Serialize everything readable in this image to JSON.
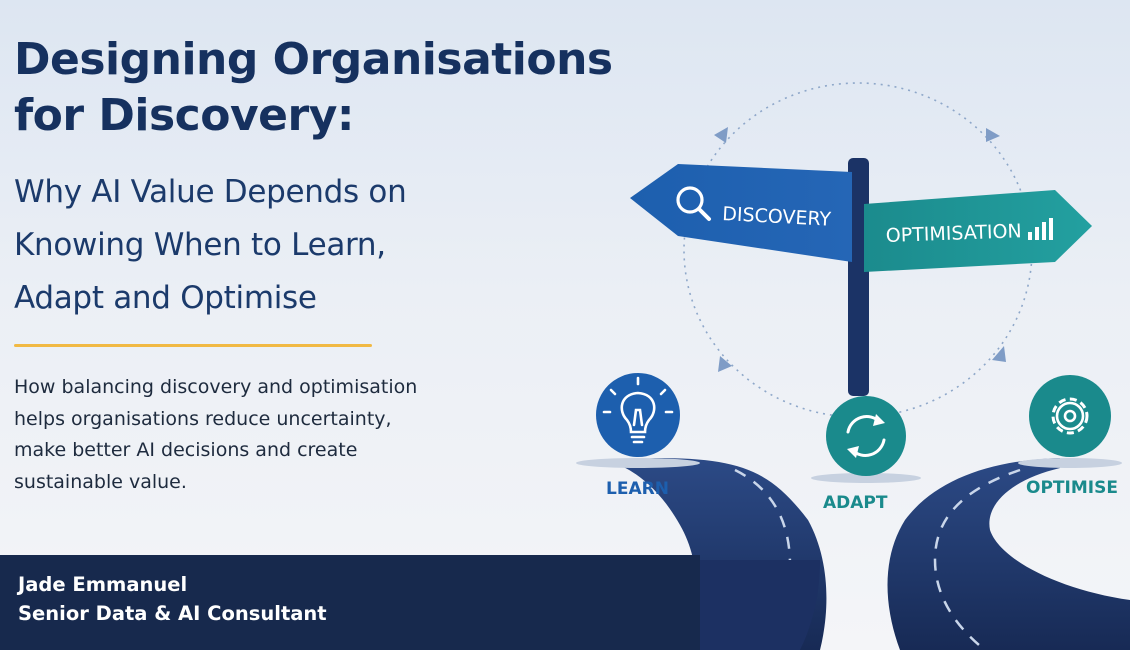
{
  "title_line1": "Designing Organisations",
  "title_line2": "for Discovery:",
  "subtitle_line1": "Why AI Value Depends on",
  "subtitle_line2": "Knowing When to Learn,",
  "subtitle_line3": "Adapt and Optimise",
  "description_lines": [
    "How balancing discovery and optimisation",
    "helps organisations reduce uncertainty,",
    "make better AI decisions and create",
    "sustainable value."
  ],
  "author": {
    "name": "Jade Emmanuel",
    "role": "Senior Data & AI Consultant"
  },
  "signpost": {
    "left_sign": "DISCOVERY",
    "right_sign": "OPTIMISATION"
  },
  "stages": {
    "learn": "LEARN",
    "adapt": "ADAPT",
    "optimise": "OPTIMISE"
  },
  "colors": {
    "navy": "#16315f",
    "accent_yellow": "#f1b944",
    "blue": "#1d5fae",
    "teal": "#1a8a8c",
    "road": "#1f3366"
  },
  "icons": [
    "search-icon",
    "bar-chart-icon",
    "lightbulb-icon",
    "refresh-icon",
    "gear-icon"
  ]
}
